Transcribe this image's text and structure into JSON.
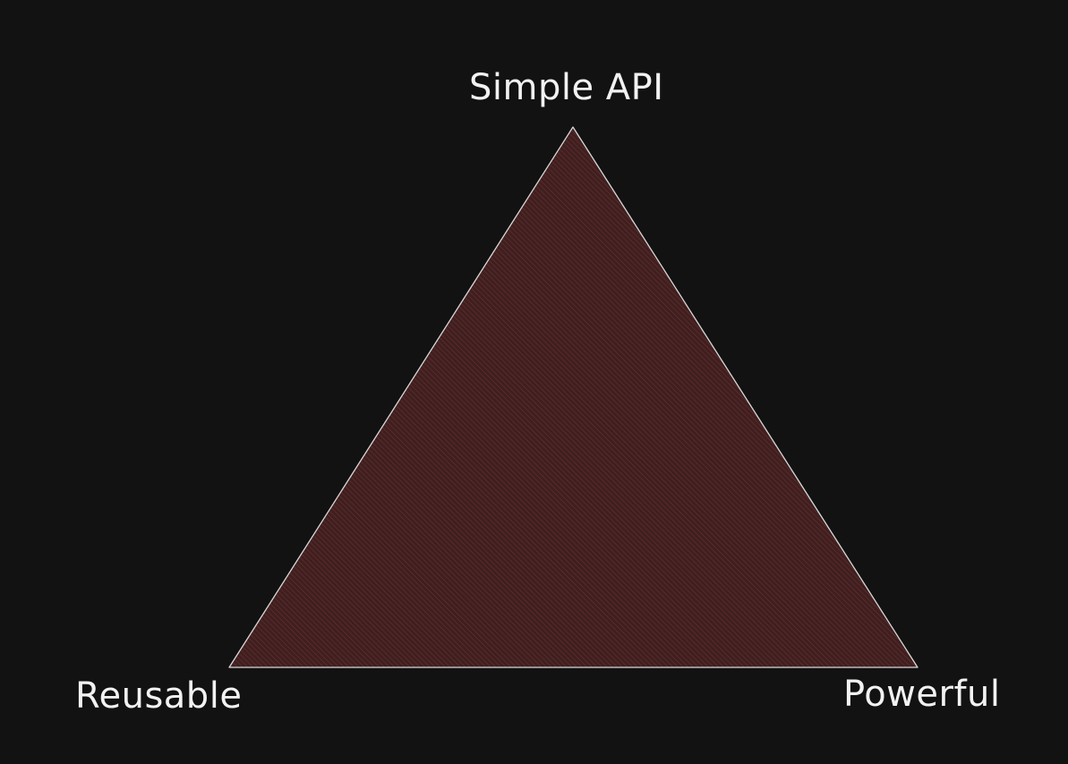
{
  "diagram": {
    "vertices": {
      "top": {
        "label": "Simple API"
      },
      "bottom_left": {
        "label": "Reusable"
      },
      "bottom_right": {
        "label": "Powerful"
      }
    },
    "colors": {
      "background": "#121212",
      "triangle_fill": "#4a2424",
      "hatch": "#6b3030",
      "outline": "#d8d8d8",
      "text": "#f2f2f2"
    }
  }
}
